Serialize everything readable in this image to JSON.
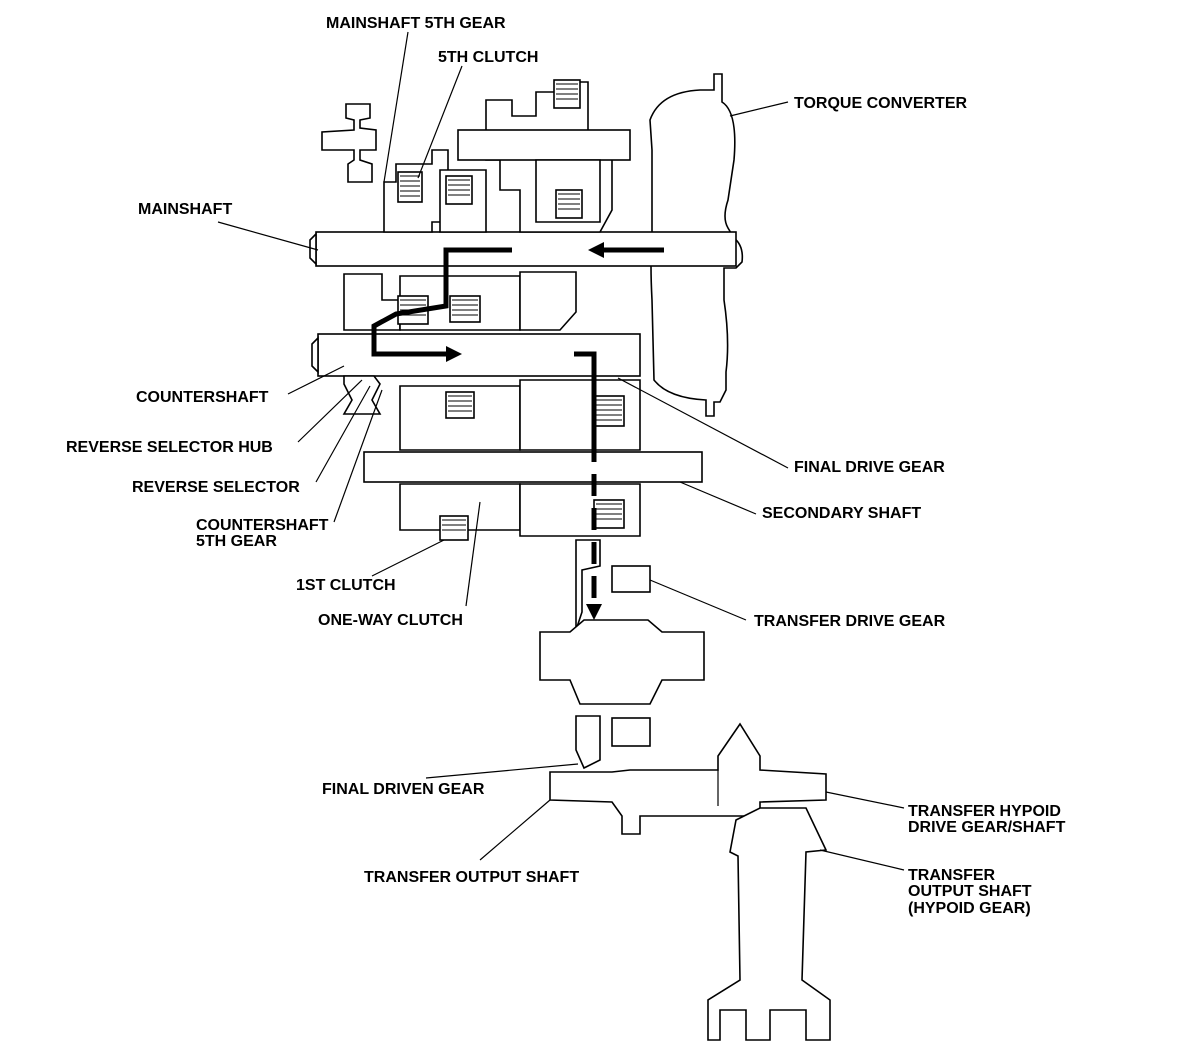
{
  "labels": {
    "mainshaft_5th_gear": "MAINSHAFT 5TH GEAR",
    "fifth_clutch": "5TH CLUTCH",
    "torque_converter": "TORQUE CONVERTER",
    "mainshaft": "MAINSHAFT",
    "countershaft": "COUNTERSHAFT",
    "reverse_selector_hub": "REVERSE SELECTOR HUB",
    "reverse_selector": "REVERSE SELECTOR",
    "countershaft_5th_gear_line1": "COUNTERSHAFT",
    "countershaft_5th_gear_line2": "5TH GEAR",
    "final_drive_gear": "FINAL DRIVE GEAR",
    "secondary_shaft": "SECONDARY SHAFT",
    "first_clutch": "1ST CLUTCH",
    "one_way_clutch": "ONE-WAY CLUTCH",
    "transfer_drive_gear": "TRANSFER DRIVE GEAR",
    "final_driven_gear": "FINAL DRIVEN GEAR",
    "transfer_output_shaft": "TRANSFER OUTPUT SHAFT",
    "transfer_hypoid_line1": "TRANSFER HYPOID",
    "transfer_hypoid_line2": "DRIVE GEAR/SHAFT",
    "transfer_output_hypoid_line1": "TRANSFER",
    "transfer_output_hypoid_line2": "OUTPUT SHAFT",
    "transfer_output_hypoid_line3": "(HYPOID GEAR)"
  }
}
